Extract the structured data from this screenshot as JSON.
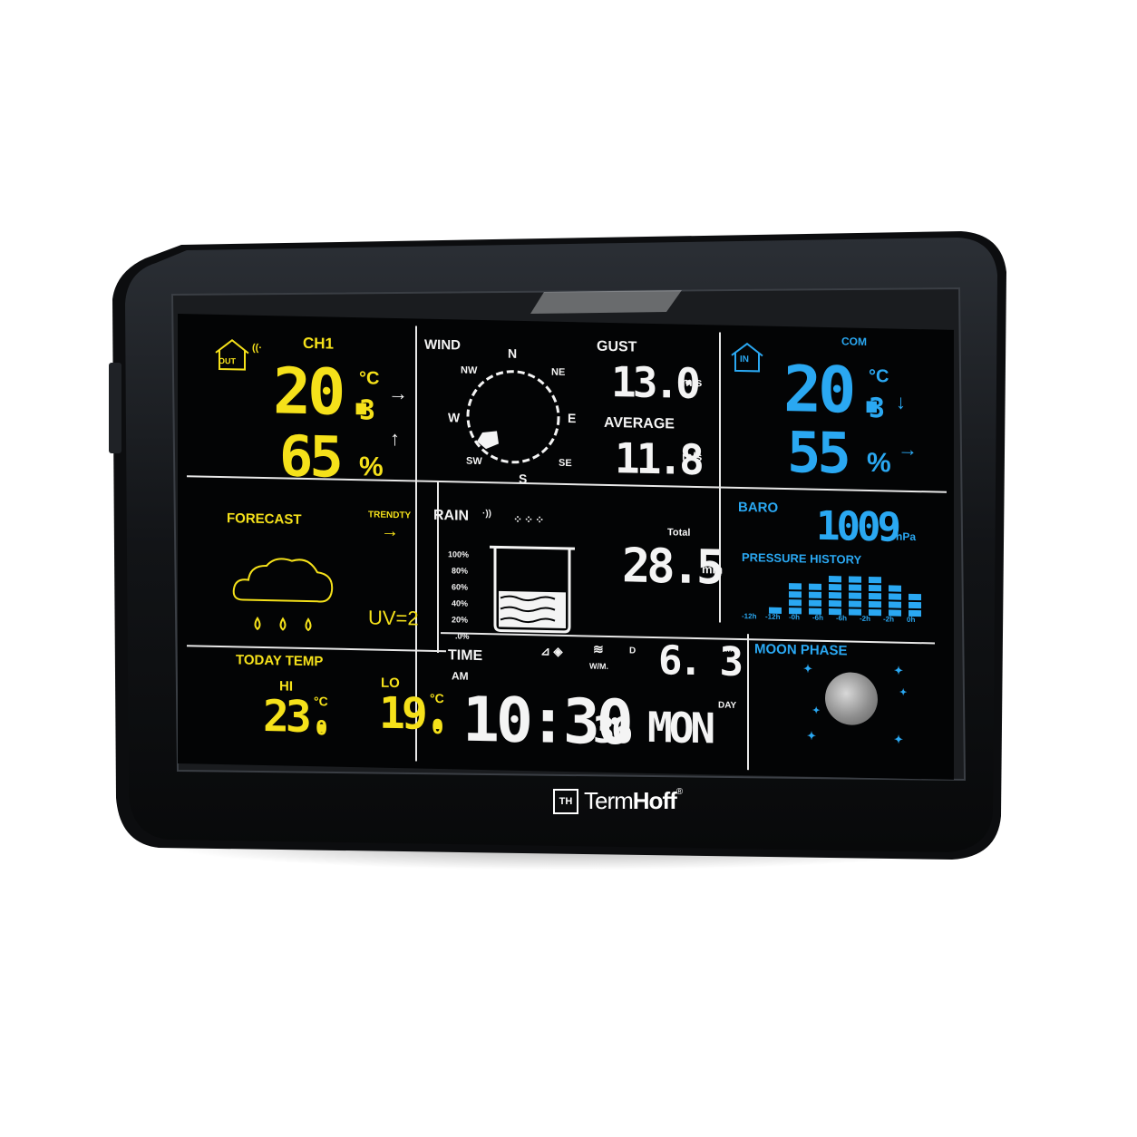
{
  "brand": {
    "logo": "TH",
    "name_regular": "Term",
    "name_bold": "Hoff",
    "reg": "®"
  },
  "outdoor": {
    "icon": "house-out-icon",
    "house_label": "OUT",
    "channel": "CH1",
    "temp_int": "20.",
    "temp_dec": "3",
    "temp_unit": "°C",
    "temp_trend": "→",
    "humidity": "65",
    "humidity_unit": "%",
    "humidity_trend": "↑"
  },
  "wind": {
    "label": "WIND",
    "dirs": [
      "N",
      "NE",
      "E",
      "SE",
      "S",
      "SW",
      "W",
      "NW"
    ],
    "gust_label": "GUST",
    "gust": "13.0",
    "gust_unit": "m/s",
    "average_label": "AVERAGE",
    "average": "11.8",
    "average_unit": "m/s"
  },
  "indoor": {
    "icon": "house-in-icon",
    "house_label": "IN",
    "comfort": "COM",
    "temp_int": "20.",
    "temp_dec": "3",
    "temp_unit": "°C",
    "temp_trend": "↓",
    "humidity": "55",
    "humidity_unit": "%",
    "humidity_trend": "→"
  },
  "forecast": {
    "label": "FORECAST",
    "trend_label": "TRENDTY",
    "trend_arrow": "→",
    "icon": "cloud-rain-icon",
    "uv": "UV=2"
  },
  "rain": {
    "label": "RAIN",
    "scale": [
      "100%",
      "80%",
      "60%",
      "40%",
      "20%",
      ".0%"
    ],
    "total_label": "Total",
    "total": "28.5",
    "unit": "mm",
    "fill_fraction": 0.45
  },
  "baro": {
    "label": "BARO",
    "value": "1009",
    "unit": "hPa",
    "history_label": "PRESSURE HISTORY",
    "x_ticks": [
      "-12h",
      "-12h",
      "-0h",
      "-6h",
      "-6h",
      "-2h",
      "-2h",
      "0h"
    ],
    "bars": [
      1,
      4,
      4,
      5,
      5,
      5,
      4,
      3
    ]
  },
  "today": {
    "label": "TODAY TEMP",
    "hi_label": "HI",
    "hi_int": "23.",
    "hi_dec": "0",
    "lo_label": "LO",
    "lo_int": "19.",
    "lo_dec": "0",
    "unit": "°C"
  },
  "time": {
    "label": "TIME",
    "ampm": "AM",
    "hm": "10:30",
    "sec": "36",
    "wifi_label": "W/M.",
    "d_label": "D",
    "date": "6. 3",
    "m_label": "M",
    "day_label": "DAY",
    "weekday": "MON"
  },
  "moon": {
    "label": "MOON PHASE"
  }
}
